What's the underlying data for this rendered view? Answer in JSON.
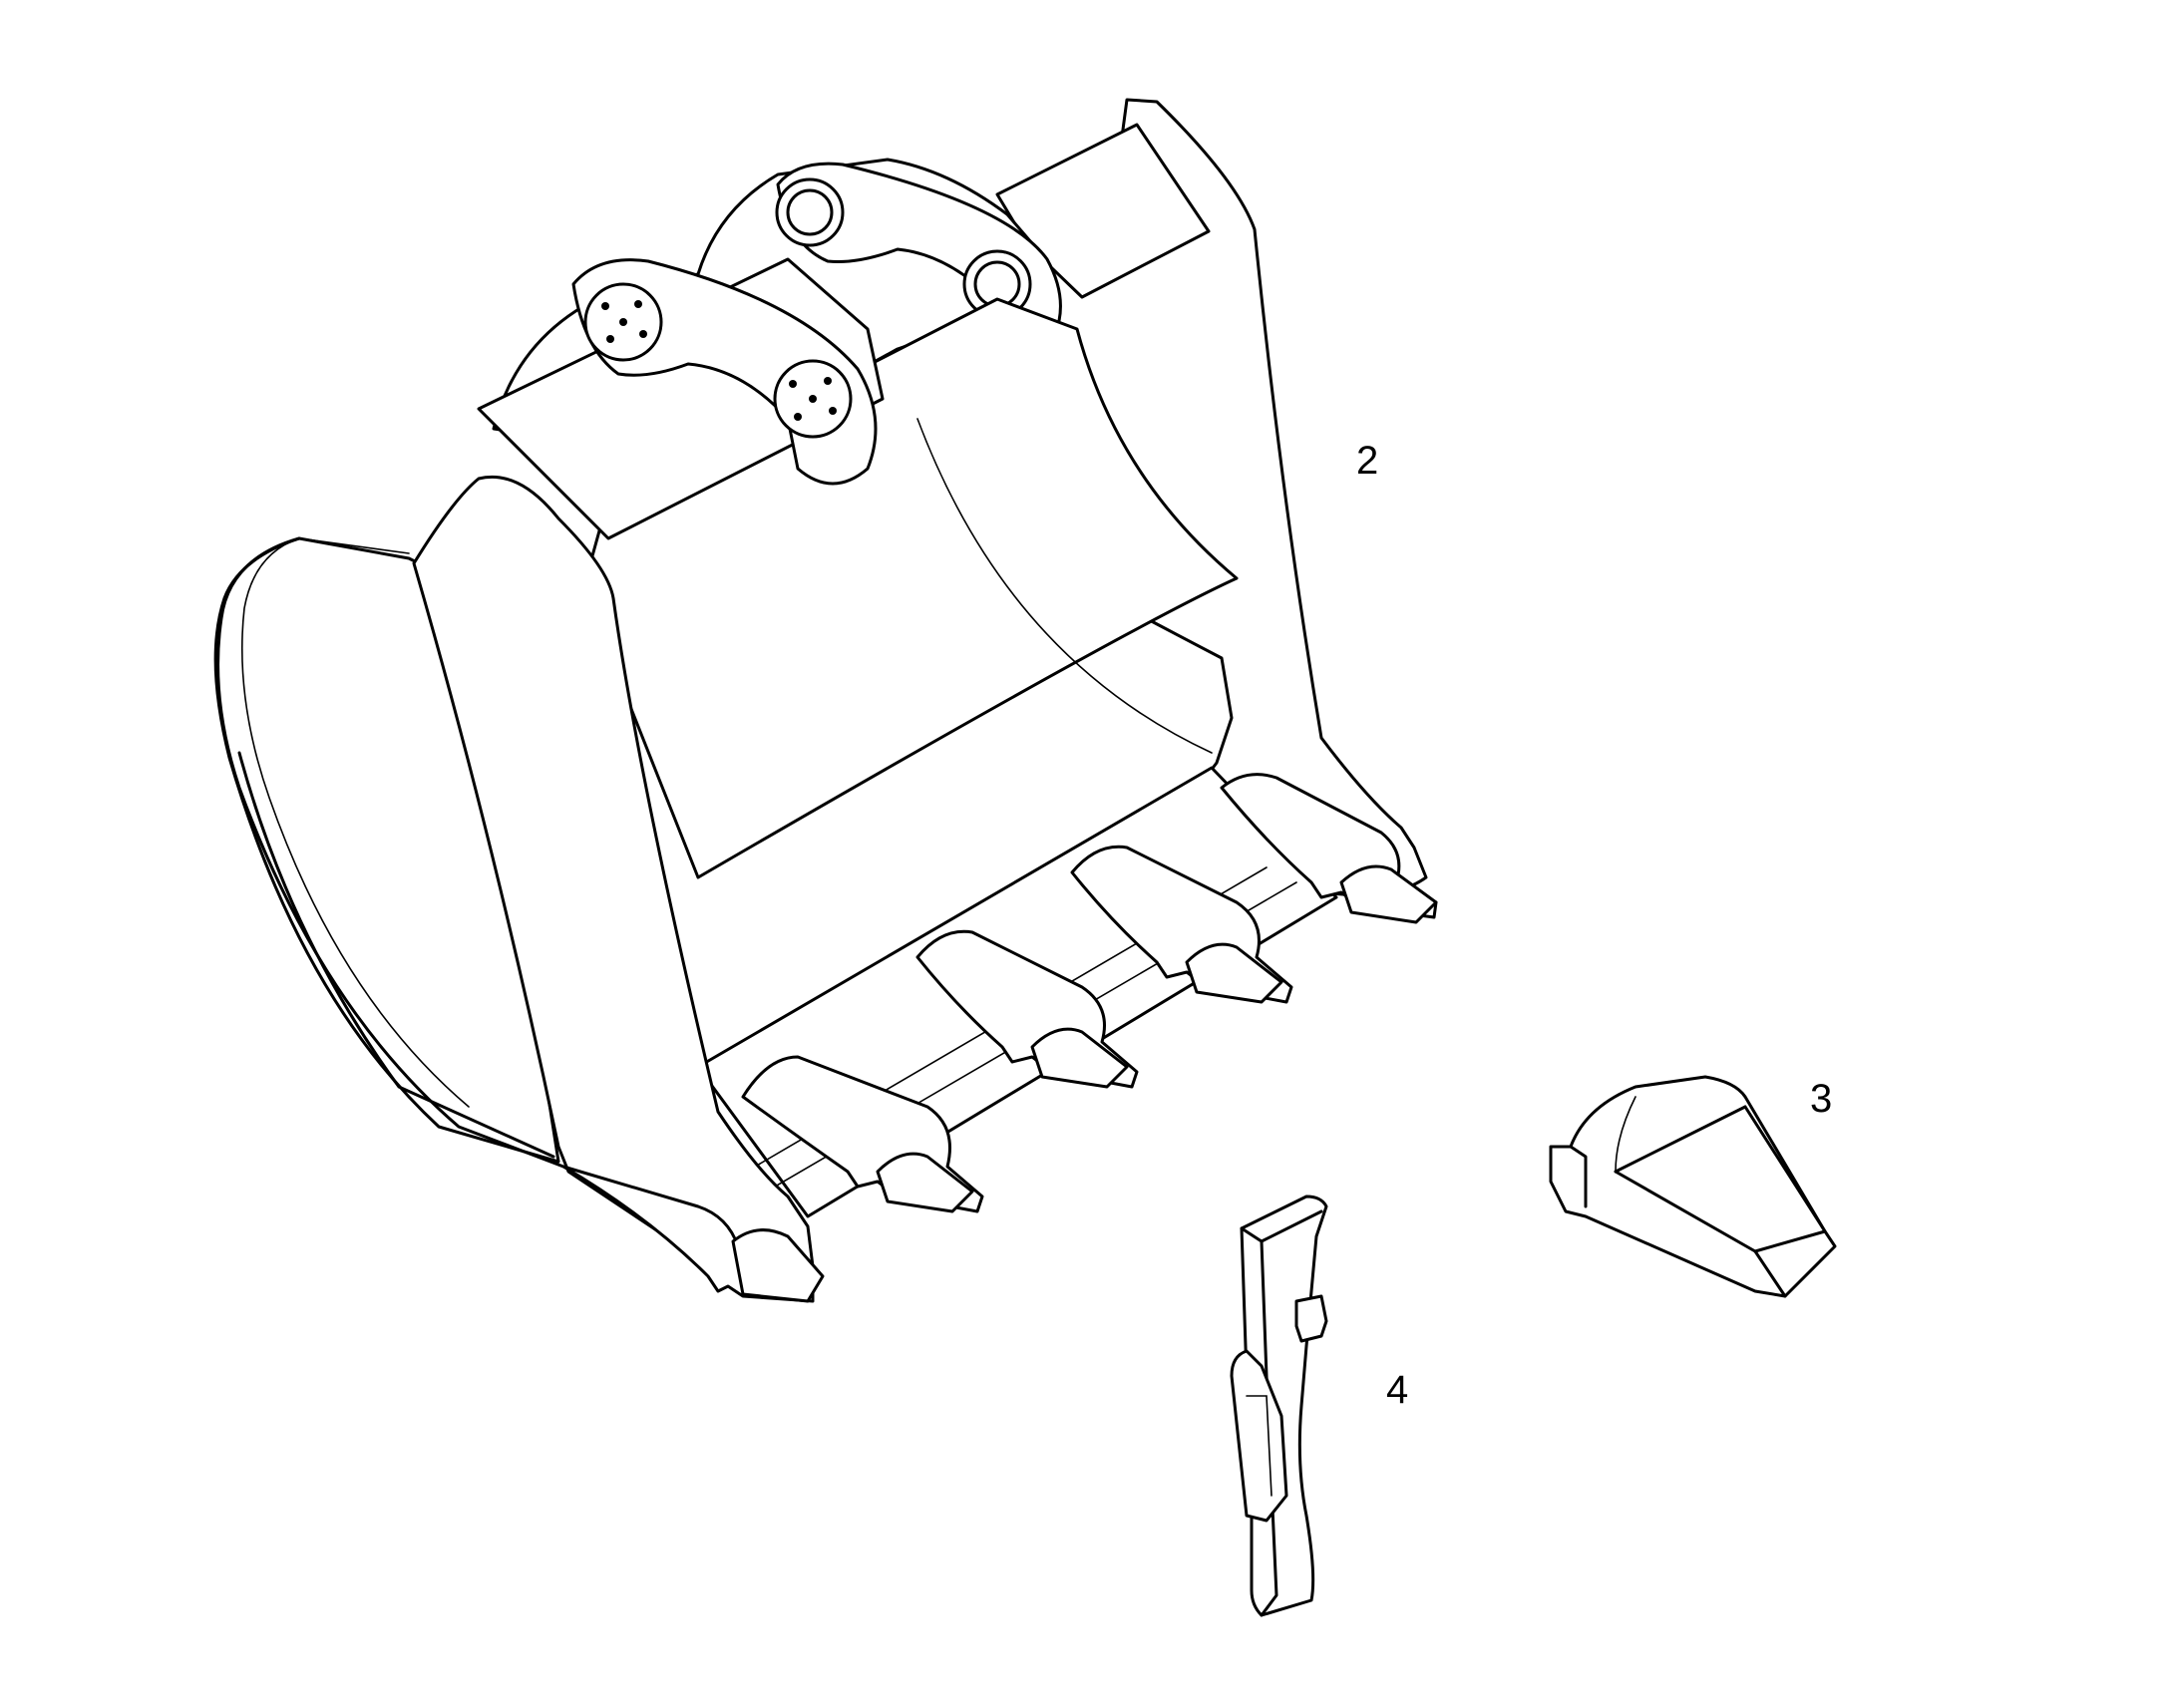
{
  "callouts": {
    "bucket": "2",
    "tooth": "3",
    "adapter": "4"
  },
  "colors": {
    "line": "#000000",
    "background": "#ffffff"
  }
}
